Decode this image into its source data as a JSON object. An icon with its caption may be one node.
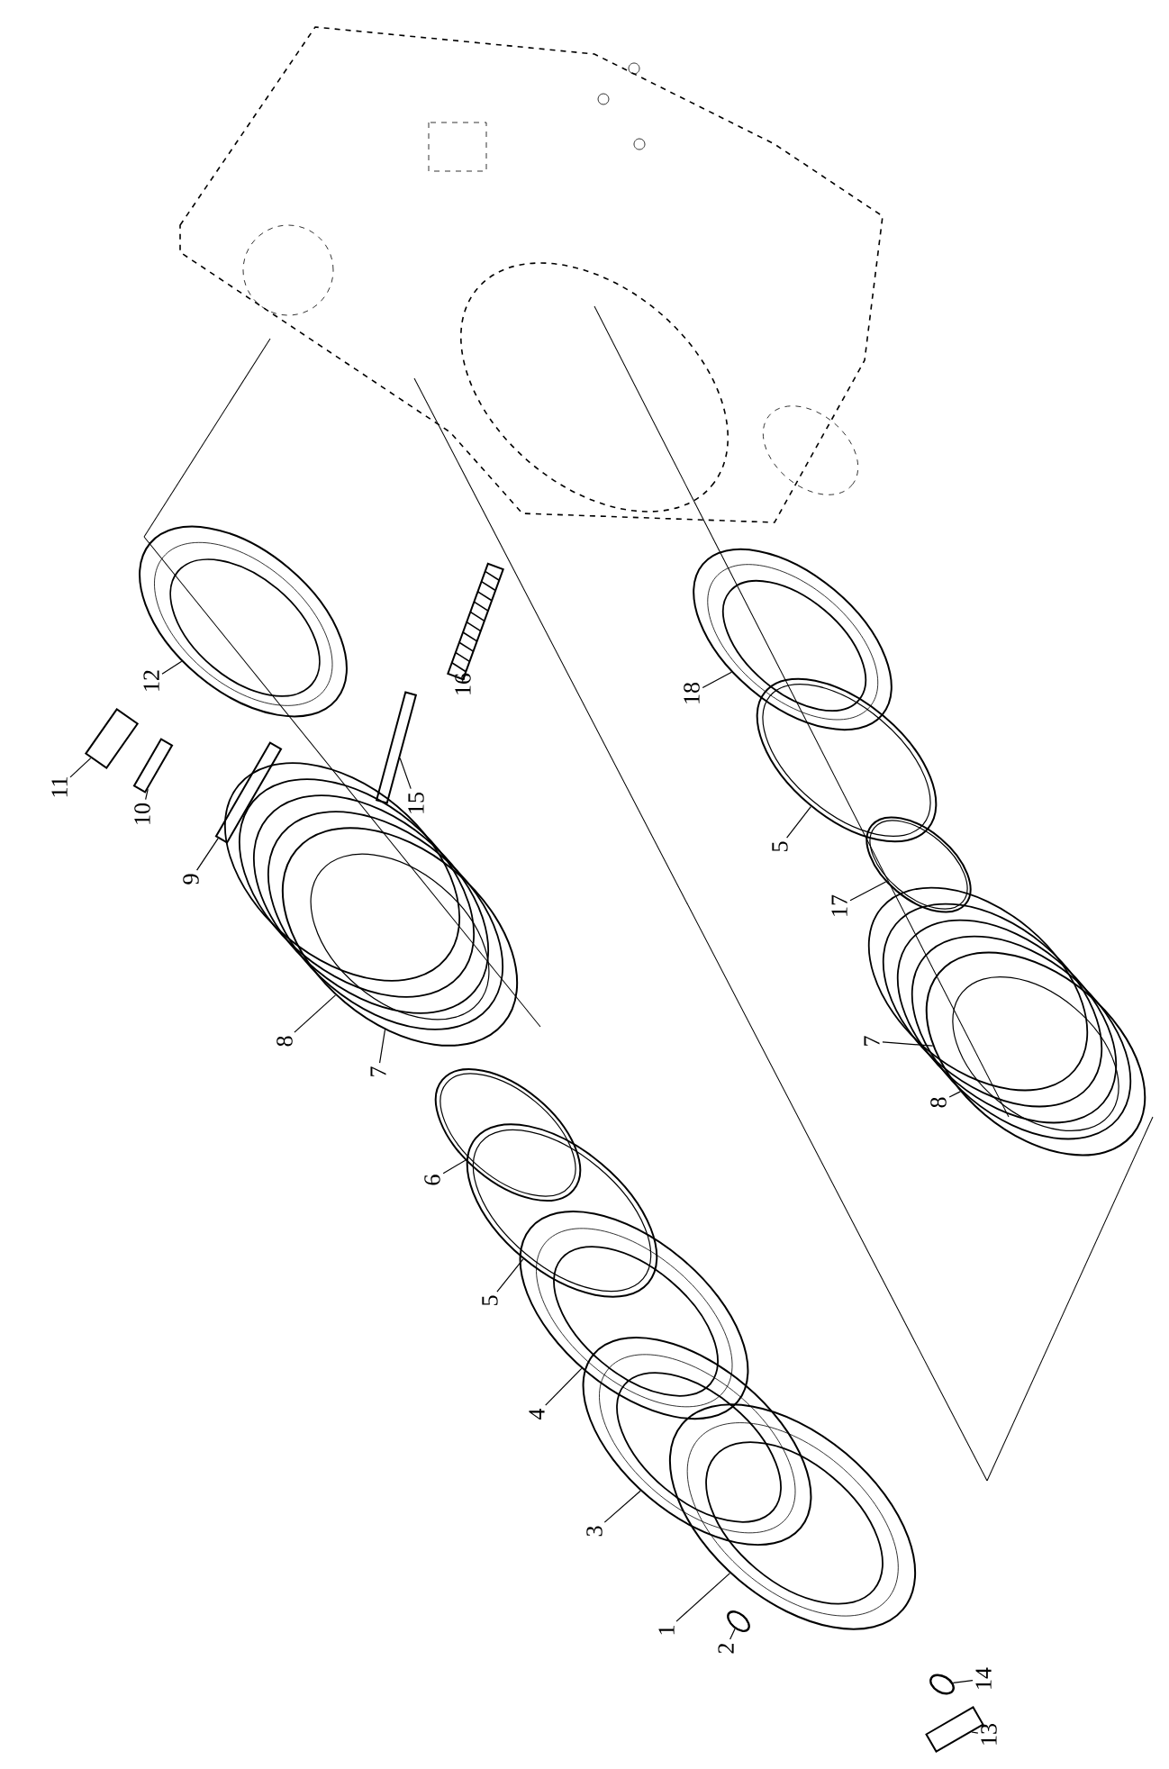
{
  "diagram": {
    "nodes": [
      {
        "text": [
          "12"
        ]
      },
      {
        "text": [],
        "shape": "picture"
      },
      {
        "text": [
          "11"
        ]
      },
      {
        "text": [],
        "shape": "picture"
      },
      {
        "text": [
          "10"
        ]
      },
      {
        "text": [],
        "shape": "picture"
      },
      {
        "text": [
          "9"
        ]
      },
      {
        "text": [],
        "shape": "picture"
      },
      {
        "text": [
          "15"
        ]
      },
      {
        "text": [],
        "shape": "picture"
      },
      {
        "text": [
          "16"
        ]
      },
      {
        "text": [],
        "shape": "picture"
      },
      {
        "text": [
          "8"
        ]
      },
      {
        "text": [],
        "shape": "picture"
      },
      {
        "text": [
          "7"
        ]
      },
      {
        "text": [
          "6"
        ]
      },
      {
        "text": [],
        "shape": "picture"
      },
      {
        "text": [
          "5"
        ]
      },
      {
        "text": [],
        "shape": "picture"
      },
      {
        "text": [
          "4"
        ]
      },
      {
        "text": [],
        "shape": "picture"
      },
      {
        "text": [
          "3"
        ]
      },
      {
        "text": [],
        "shape": "picture"
      },
      {
        "text": [
          "2"
        ]
      },
      {
        "text": [],
        "shape": "picture"
      },
      {
        "text": [
          "1"
        ]
      },
      {
        "text": [],
        "shape": "picture"
      },
      {
        "text": [
          "14"
        ]
      },
      {
        "text": [],
        "shape": "picture"
      },
      {
        "text": [
          "13"
        ]
      },
      {
        "text": [],
        "shape": "picture"
      },
      {
        "text": [
          "18"
        ]
      },
      {
        "text": [],
        "shape": "picture"
      },
      {
        "text": [
          "5"
        ]
      },
      {
        "text": [],
        "shape": "picture"
      },
      {
        "text": [
          "17"
        ]
      },
      {
        "text": [],
        "shape": "picture"
      },
      {
        "text": [
          "7"
        ]
      },
      {
        "text": [],
        "shape": "picture"
      },
      {
        "text": [
          "8"
        ]
      }
    ],
    "edges": [
      {
        "from": 0,
        "to": 1,
        "arrow": "none"
      },
      {
        "from": 2,
        "to": 3,
        "arrow": "none"
      },
      {
        "from": 4,
        "to": 5,
        "arrow": "none"
      },
      {
        "from": 6,
        "to": 7,
        "arrow": "none"
      },
      {
        "from": 8,
        "to": 9,
        "arrow": "none"
      },
      {
        "from": 10,
        "to": 11,
        "arrow": "none"
      },
      {
        "from": 12,
        "to": 13,
        "arrow": "none"
      },
      {
        "from": 14,
        "to": 13,
        "arrow": "none"
      },
      {
        "from": 15,
        "to": 16,
        "arrow": "none"
      },
      {
        "from": 17,
        "to": 18,
        "arrow": "none"
      },
      {
        "from": 19,
        "to": 20,
        "arrow": "none"
      },
      {
        "from": 21,
        "to": 22,
        "arrow": "none"
      },
      {
        "from": 23,
        "to": 24,
        "arrow": "none"
      },
      {
        "from": 25,
        "to": 26,
        "arrow": "none"
      },
      {
        "from": 27,
        "to": 28,
        "arrow": "none"
      },
      {
        "from": 29,
        "to": 30,
        "arrow": "none"
      },
      {
        "from": 31,
        "to": 32,
        "arrow": "none"
      },
      {
        "from": 33,
        "to": 34,
        "arrow": "none"
      },
      {
        "from": 35,
        "to": 36,
        "arrow": "none"
      },
      {
        "from": 37,
        "to": 38,
        "arrow": "none"
      },
      {
        "from": 39,
        "to": 38,
        "arrow": "none"
      }
    ]
  }
}
